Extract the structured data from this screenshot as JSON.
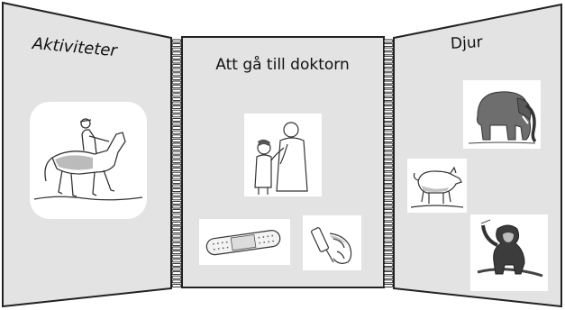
{
  "panels": {
    "left": {
      "title": "Aktiviteter"
    },
    "center": {
      "title": "Att gå till doktorn"
    },
    "right": {
      "title": "Djur"
    }
  },
  "pictures": {
    "horse": "horse-rider-icon",
    "doctor": "doctor-with-child-icon",
    "plaster": "plaster-icon",
    "syringe": "syringe-icon",
    "elephant": "elephant-icon",
    "pig": "pig-icon",
    "monkey": "chimpanzee-icon"
  },
  "colors": {
    "panel_fill": "#e3e3e3",
    "border": "#222222",
    "card": "#ffffff"
  }
}
